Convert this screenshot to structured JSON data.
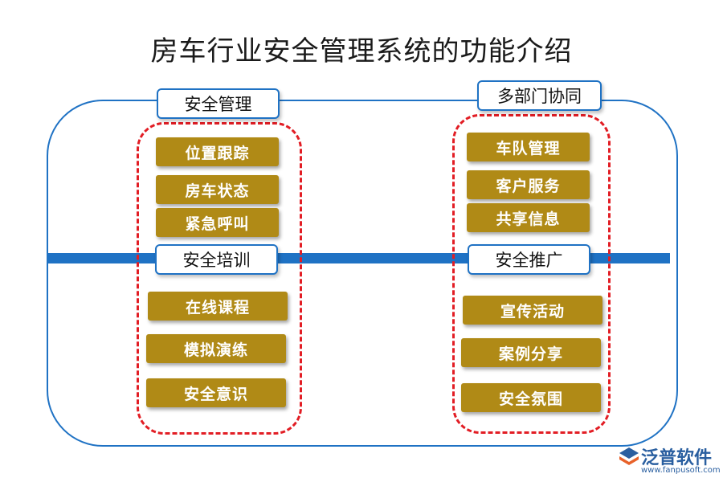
{
  "title": "房车行业安全管理系统的功能介绍",
  "groups": {
    "safety_management": {
      "label": "安全管理",
      "items": [
        "位置跟踪",
        "房车状态",
        "紧急呼叫"
      ]
    },
    "safety_training": {
      "label": "安全培训",
      "items": [
        "在线课程",
        "模拟演练",
        "安全意识"
      ]
    },
    "department_collaboration": {
      "label": "多部门协同",
      "items": [
        "车队管理",
        "客户服务",
        "共享信息"
      ]
    },
    "safety_promotion": {
      "label": "安全推广",
      "items": [
        "宣传活动",
        "案例分享",
        "安全氛围"
      ]
    }
  },
  "logo": {
    "name": "泛普软件",
    "url": "www.fanpusoft.com"
  },
  "colors": {
    "frame_blue": "#1f72c4",
    "item_gold": "#b08a16",
    "dash_red": "#e21d24"
  },
  "icons": {
    "logo": "fanpu-logo-icon"
  }
}
